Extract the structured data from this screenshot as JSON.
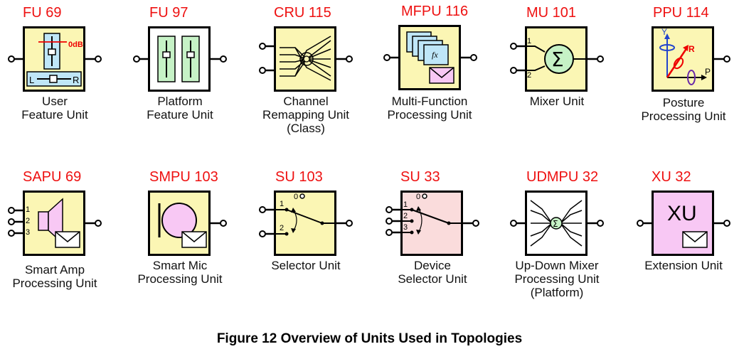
{
  "units": [
    {
      "code": "FU 69",
      "label": [
        "User",
        "Feature Unit"
      ],
      "box_color": "#fbf6b4",
      "icon": "user-feature-fader-icon",
      "fader_level": "0dB",
      "balance_left": "L",
      "balance_right": "R"
    },
    {
      "code": "FU 97",
      "label": [
        "Platform",
        "Feature Unit"
      ],
      "box_color": "#ffffff",
      "icon": "platform-feature-faders-icon"
    },
    {
      "code": "CRU 115",
      "label": [
        "Channel",
        "Remapping Unit",
        "(Class)"
      ],
      "box_color": "#fbf6b4",
      "icon": "channel-remap-icon"
    },
    {
      "code": "MFPU 116",
      "label": [
        "Multi-Function",
        "Processing Unit"
      ],
      "box_color": "#fbf6b4",
      "icon": "multi-function-icon",
      "function_symbol": "fx"
    },
    {
      "code": "MU 101",
      "label": [
        "Mixer Unit"
      ],
      "box_color": "#fbf6b4",
      "icon": "mixer-sigma-icon",
      "inputs": [
        "1",
        "2"
      ],
      "symbol": "Σ"
    },
    {
      "code": "PPU 114",
      "label": [
        "Posture",
        "Processing Unit"
      ],
      "box_color": "#fbf6b4",
      "icon": "posture-axes-icon",
      "axes": [
        "Y",
        "R",
        "P"
      ]
    },
    {
      "code": "SAPU 69",
      "label": [
        "Smart Amp",
        "Processing Unit"
      ],
      "box_color": "#fbf6b4",
      "icon": "speaker-icon",
      "inputs": [
        "1",
        "2",
        "3"
      ]
    },
    {
      "code": "SMPU 103",
      "label": [
        "Smart Mic",
        "Processing Unit"
      ],
      "box_color": "#fbf6b4",
      "icon": "microphone-icon"
    },
    {
      "code": "SU 103",
      "label": [
        "Selector Unit"
      ],
      "box_color": "#fbf6b4",
      "icon": "selector-switch-icon",
      "inputs": [
        "0",
        "1",
        "2"
      ]
    },
    {
      "code": "SU 33",
      "label": [
        "Device",
        "Selector Unit"
      ],
      "box_color": "#fadcdc",
      "icon": "device-selector-switch-icon",
      "inputs": [
        "0",
        "1",
        "2",
        "3"
      ]
    },
    {
      "code": "UDMPU 32",
      "label": [
        "Up-Down Mixer",
        "Processing Unit",
        "(Platform)"
      ],
      "box_color": "#ffffff",
      "icon": "up-down-mixer-icon",
      "symbol": "Σ"
    },
    {
      "code": "XU 32",
      "label": [
        "Extension Unit"
      ],
      "box_color": "#f8c8f4",
      "icon": "extension-unit-icon",
      "box_text": "XU"
    }
  ],
  "caption": "Figure 12 Overview of Units Used in Topologies"
}
